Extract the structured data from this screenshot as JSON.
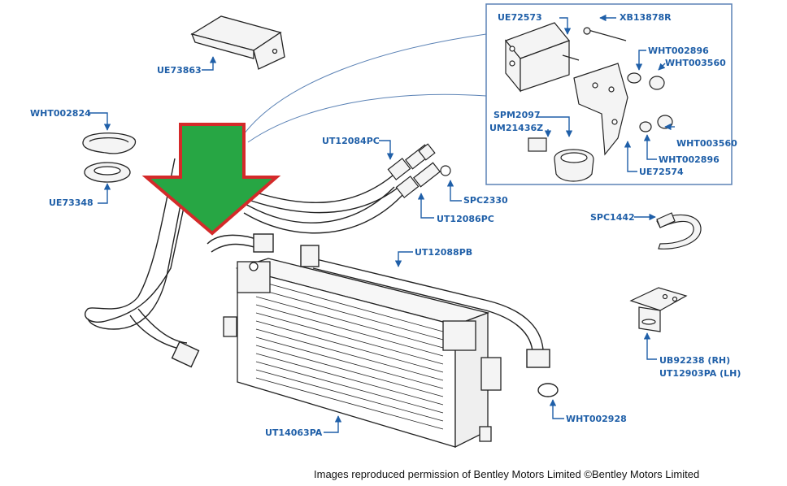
{
  "labels": {
    "ue72573": "UE72573",
    "xb13878r": "XB13878R",
    "wht002896_a": "WHT002896",
    "wht003560_a": "WHT003560",
    "spm2097": "SPM2097",
    "um21436z": "UM21436Z",
    "wht003560_b": "WHT003560",
    "wht002896_b": "WHT002896",
    "ue72574": "UE72574",
    "ue73863": "UE73863",
    "wht002824": "WHT002824",
    "ue73348": "UE73348",
    "ut12084pc": "UT12084PC",
    "spc2330": "SPC2330",
    "ut12086pc": "UT12086PC",
    "spc1442": "SPC1442",
    "ut12088pb": "UT12088PB",
    "ub92238": "UB92238 (RH)",
    "ut12903pa": "UT12903PA (LH)",
    "ut14063pa": "UT14063PA",
    "wht002928": "WHT002928"
  },
  "credit": "Images reproduced permission of Bentley Motors Limited ©Bentley Motors Limited",
  "colors": {
    "label": "#1f5fa8",
    "arrow_fill": "#27a644",
    "arrow_outline": "#d42a2a",
    "line": "#222222",
    "inset_border": "#5b82b5"
  }
}
